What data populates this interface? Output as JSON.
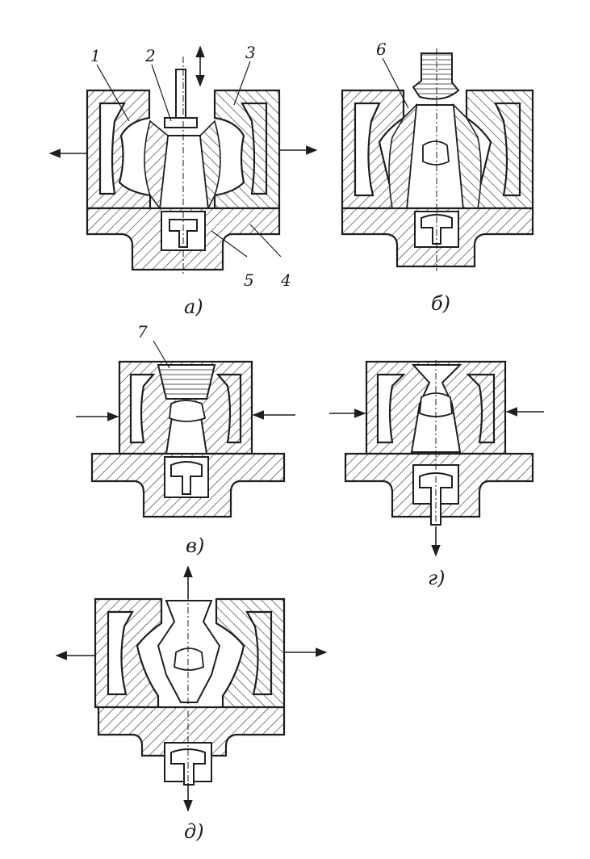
{
  "palette": {
    "ink": "#1e1e1e",
    "paper": "#ffffff",
    "hatch": "#3a3a3a"
  },
  "figure": {
    "panels": [
      {
        "id": "a",
        "caption": "а)",
        "callouts": [
          "1",
          "2",
          "3",
          "4",
          "5"
        ]
      },
      {
        "id": "b",
        "caption": "б)",
        "callouts": [
          "6"
        ]
      },
      {
        "id": "v",
        "caption": "в)",
        "callouts": [
          "7"
        ]
      },
      {
        "id": "g",
        "caption": "г)",
        "callouts": []
      },
      {
        "id": "d",
        "caption": "д)",
        "callouts": []
      }
    ]
  }
}
